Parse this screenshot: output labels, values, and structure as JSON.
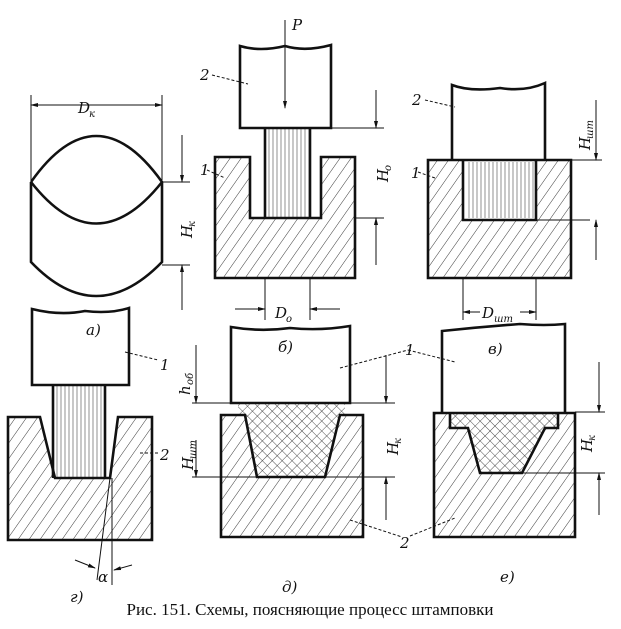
{
  "figure": {
    "caption": "Рис. 151. Схемы, поясняющие процесс штамповки",
    "panels": {
      "a": {
        "label": "а)",
        "dim_diameter": "D",
        "dim_diameter_sub": "к",
        "dim_height": "H",
        "dim_height_sub": "к"
      },
      "b": {
        "label": "б)",
        "force": "P",
        "part_punch": "2",
        "part_die": "1",
        "dim_height": "H",
        "dim_height_sub": "о",
        "dim_diameter": "D",
        "dim_diameter_sub": "о"
      },
      "v": {
        "label": "в)",
        "part_punch": "2",
        "part_die": "1",
        "dim_height": "H",
        "dim_height_sub": "шт",
        "dim_diameter": "D",
        "dim_diameter_sub": "шт"
      },
      "g": {
        "label": "г)",
        "part_punch": "1",
        "part_die": "2",
        "angle": "α"
      },
      "d": {
        "label": "д)",
        "part_punch": "1",
        "part_die": "2",
        "dim_flash": "h",
        "dim_flash_sub": "об",
        "dim_stamp": "H",
        "dim_stamp_sub": "шт",
        "dim_height": "H",
        "dim_height_sub": "к"
      },
      "e": {
        "label": "е)",
        "dim_height": "H",
        "dim_height_sub": "к"
      }
    }
  }
}
